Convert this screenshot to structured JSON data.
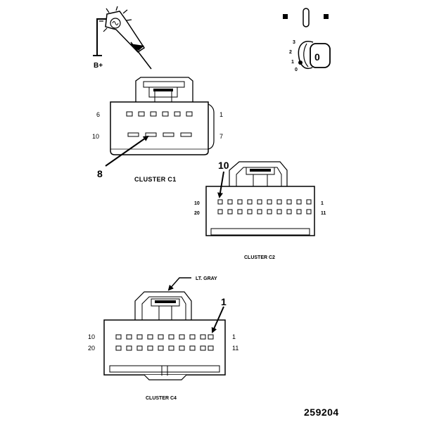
{
  "test_light": {
    "label": "B+"
  },
  "ignition": {
    "positions": [
      "3",
      "2",
      "1",
      "0"
    ],
    "key_symbol": "0"
  },
  "cluster_c1": {
    "title": "CLUSTER C1",
    "pin_top_left": "6",
    "pin_top_right": "1",
    "pin_bottom_left": "10",
    "pin_bottom_right": "7",
    "callout": "8"
  },
  "cluster_c2": {
    "title": "CLUSTER C2",
    "pin_top_left": "10",
    "pin_top_right": "1",
    "pin_bottom_left": "20",
    "pin_bottom_right": "11",
    "callout": "10"
  },
  "cluster_c4": {
    "title": "CLUSTER C4",
    "pin_top_left": "10",
    "pin_top_right": "1",
    "pin_bottom_left": "20",
    "pin_bottom_right": "11",
    "callout": "1",
    "color_label": "LT. GRAY"
  },
  "figure_number": "259204"
}
